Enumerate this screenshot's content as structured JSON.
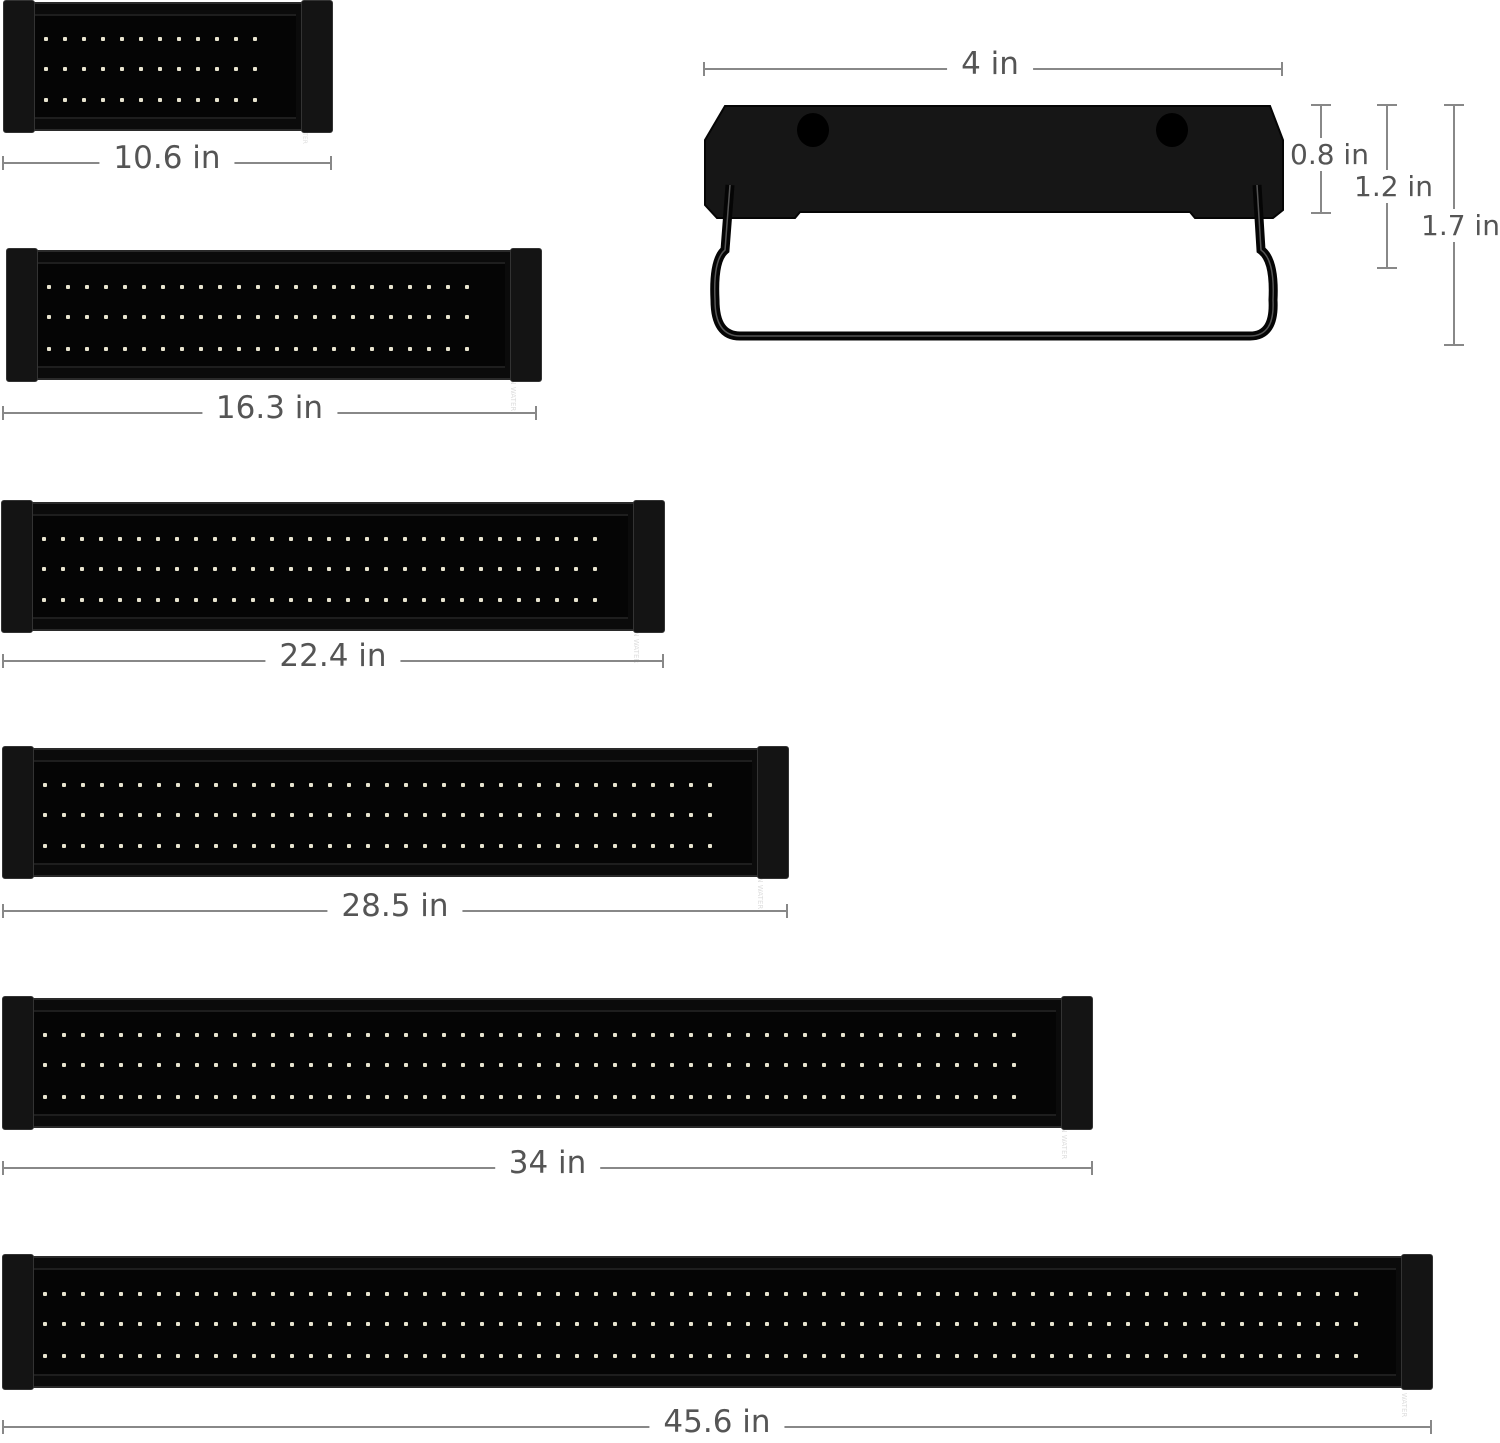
{
  "caution_text": "CAUTION: DO NOT IMMERSE IN WATER",
  "colors": {
    "bar": "#0b0b0b",
    "led": "#e8e4cf",
    "dimension_line": "#888888",
    "label": "#555555"
  },
  "lights": [
    {
      "length_label": "10.6 in"
    },
    {
      "length_label": "16.3 in"
    },
    {
      "length_label": "22.4 in"
    },
    {
      "length_label": "28.5 in"
    },
    {
      "length_label": "34 in"
    },
    {
      "length_label": "45.6 in"
    }
  ],
  "bracket": {
    "width_label": "4 in",
    "height_labels": [
      "0.8 in",
      "1.2 in",
      "1.7 in"
    ]
  }
}
